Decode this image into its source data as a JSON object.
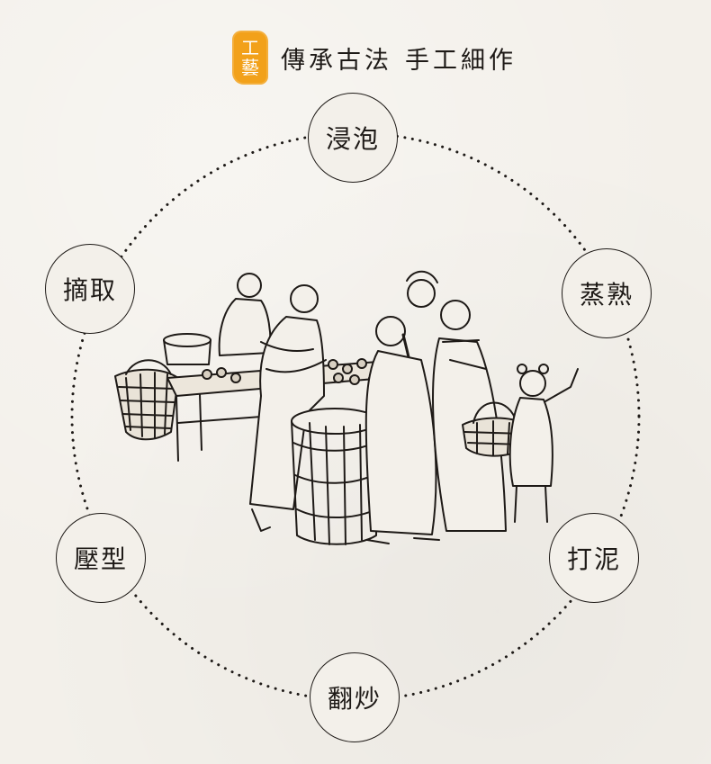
{
  "header": {
    "seal_top": "工",
    "seal_bottom": "藝",
    "headline_part1": "傳承古法",
    "headline_part2": "手工細作"
  },
  "steps": [
    {
      "label": "浸泡"
    },
    {
      "label": "蒸熟"
    },
    {
      "label": "打泥"
    },
    {
      "label": "翻炒"
    },
    {
      "label": "壓型"
    },
    {
      "label": "摘取"
    }
  ],
  "colors": {
    "background": "#f3f0ea",
    "ink": "#1e1a17",
    "seal": "#f2a11a"
  },
  "illustration": {
    "subject": "historical-street-vendor-scene",
    "icon": "vendor-illustration-icon"
  }
}
